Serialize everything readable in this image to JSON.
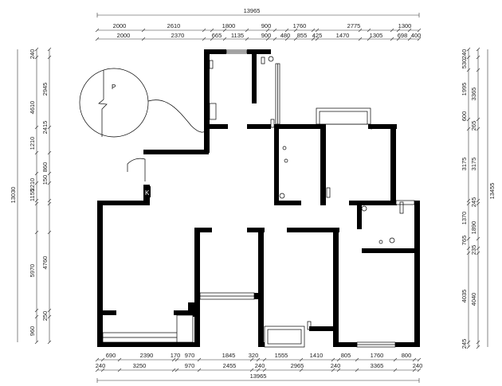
{
  "plan": {
    "labels": {
      "parking": "P",
      "kitchen": "K"
    },
    "top_total": "13965",
    "top_row1": [
      "2000",
      "2610",
      "1800",
      "900",
      "1760",
      "2775",
      "1300"
    ],
    "top_row2": [
      "2000",
      "2370",
      "665",
      "1135",
      "900",
      "480",
      "855",
      "425",
      "1470",
      "1305",
      "698",
      "400"
    ],
    "bottom_row1": [
      "690",
      "2390",
      "170",
      "970",
      "1845",
      "320",
      "1555",
      "1410",
      "805",
      "1760",
      "800"
    ],
    "bottom_row2": [
      "240",
      "3250",
      "970",
      "2455",
      "240",
      "2965",
      "240",
      "3365",
      "240"
    ],
    "bottom_total": "13965",
    "left_total": "13030",
    "left_row1": [
      "240",
      "4610",
      "1210",
      "2210",
      "1155",
      "5970",
      "960"
    ],
    "left_row2": [
      "2945",
      "2415",
      "860",
      "150",
      "4760",
      "250"
    ],
    "right_total": "13455",
    "right_row1": [
      "240",
      "530",
      "1995",
      "600",
      "3175",
      "1370",
      "765",
      "4035",
      "245"
    ],
    "right_row2": [
      "3365",
      "265",
      "3175",
      "245",
      "1890",
      "235",
      "4040"
    ]
  }
}
